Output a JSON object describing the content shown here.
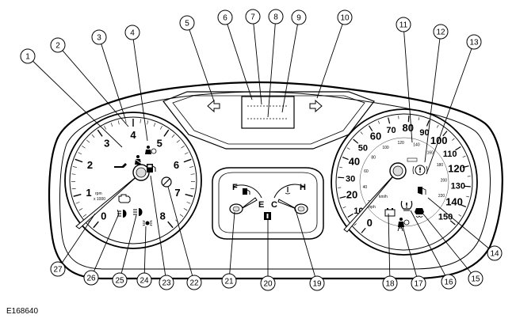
{
  "figure_id": "E168640",
  "tachometer": {
    "numbers": [
      "0",
      "1",
      "2",
      "3",
      "4",
      "5",
      "6",
      "7",
      "8"
    ],
    "unit": "rpm",
    "multiplier": "x 1000"
  },
  "speedometer": {
    "numbers": [
      "0",
      "10",
      "20",
      "30",
      "40",
      "50",
      "60",
      "70",
      "80",
      "90",
      "100",
      "110",
      "120",
      "130",
      "140",
      "150"
    ],
    "unit": "mph",
    "inner_numbers": [
      "20",
      "40",
      "60",
      "80",
      "100",
      "120",
      "140",
      "160",
      "180",
      "200",
      "220"
    ],
    "inner_unit": "km/h"
  },
  "gauges": {
    "fuel_full": "F",
    "fuel_empty": "E",
    "temp_hot": "H",
    "temp_cold": "C"
  },
  "callouts": [
    "1",
    "2",
    "3",
    "4",
    "5",
    "6",
    "7",
    "8",
    "9",
    "10",
    "11",
    "12",
    "13",
    "14",
    "15",
    "16",
    "17",
    "18",
    "19",
    "20",
    "21",
    "22",
    "23",
    "24",
    "25",
    "26",
    "27"
  ]
}
